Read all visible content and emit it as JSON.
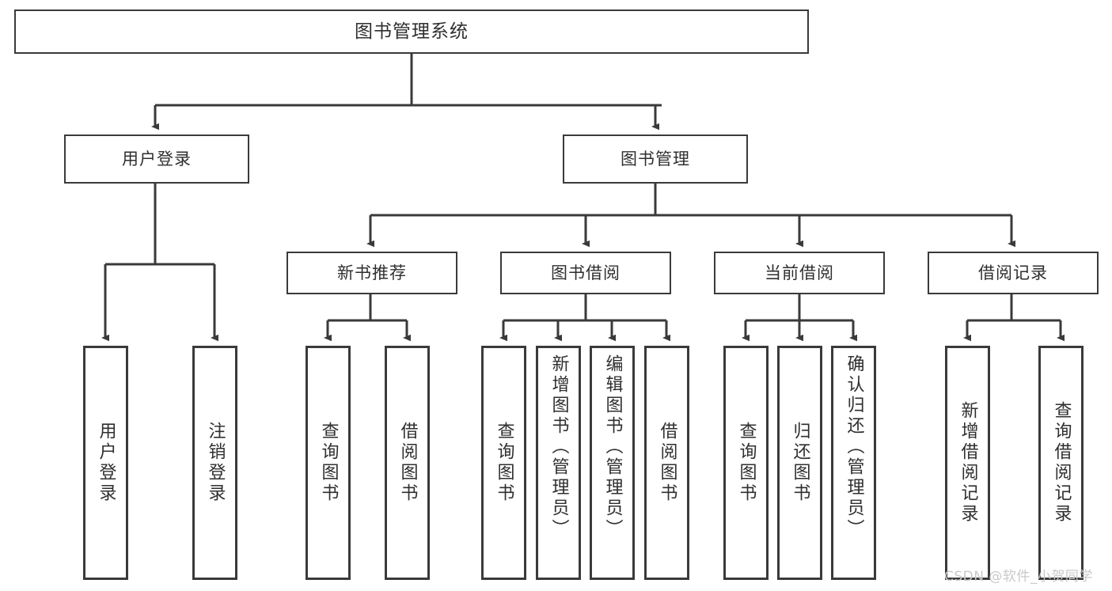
{
  "diagram": {
    "title": "图书管理系统",
    "type": "hierarchy-tree",
    "root": {
      "label": "图书管理系统"
    },
    "level2": [
      {
        "label": "用户登录"
      },
      {
        "label": "图书管理"
      }
    ],
    "level3": [
      {
        "label": "新书推荐"
      },
      {
        "label": "图书借阅"
      },
      {
        "label": "当前借阅"
      },
      {
        "label": "借阅记录"
      }
    ],
    "leaves": {
      "user_login": [
        {
          "label": "用户登录"
        },
        {
          "label": "注销登录"
        }
      ],
      "new_book_recommend": [
        {
          "label": "查询图书"
        },
        {
          "label": "借阅图书"
        }
      ],
      "book_borrow": [
        {
          "label": "查询图书"
        },
        {
          "label": "新增图书（管理员）"
        },
        {
          "label": "编辑图书（管理员）"
        },
        {
          "label": "借阅图书"
        }
      ],
      "current_borrow": [
        {
          "label": "查询图书"
        },
        {
          "label": "归还图书"
        },
        {
          "label": "确认归还（管理员）"
        }
      ],
      "borrow_record": [
        {
          "label": "新增借阅记录"
        },
        {
          "label": "查询借阅记录"
        }
      ]
    }
  },
  "watermark": {
    "text": "CSDN @软件_小贺同学"
  },
  "colors": {
    "stroke": "#3a3a3a",
    "text": "#2f2f2f",
    "background": "#ffffff",
    "watermark": "#c9c9c9"
  }
}
